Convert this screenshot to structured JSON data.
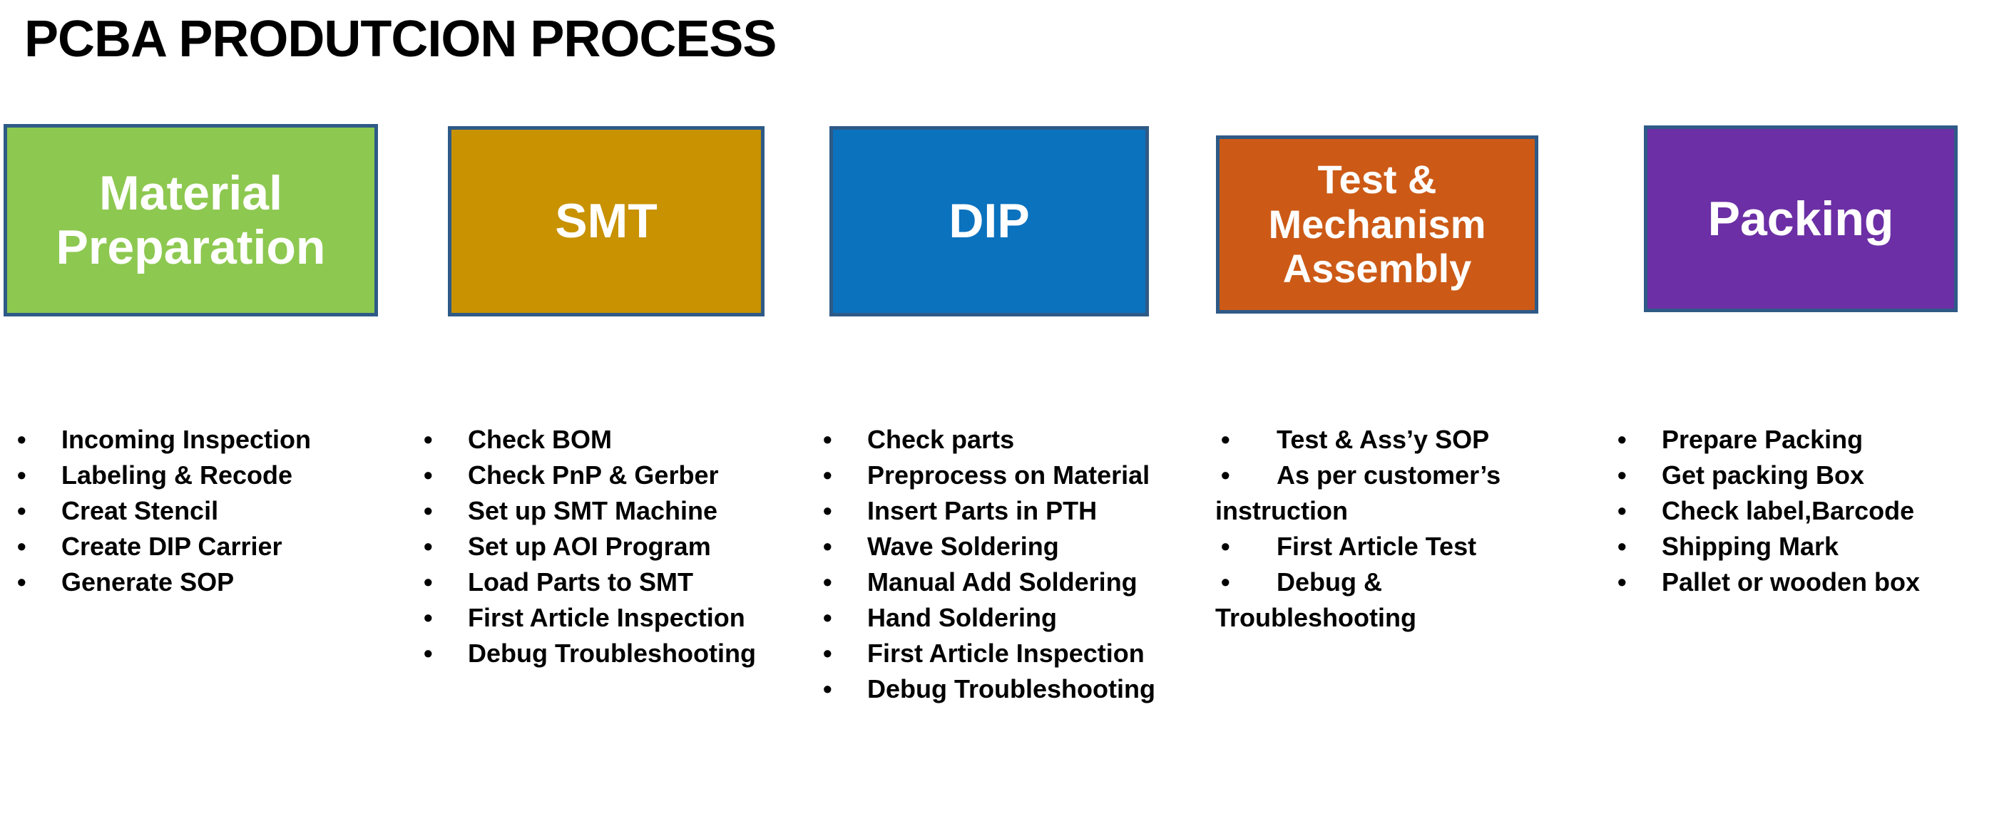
{
  "title": "PCBA PRODUTCION PROCESS",
  "colors": {
    "border": "#2E5A87",
    "material_preparation": "#8DC850",
    "smt": "#C89200",
    "dip": "#0B72BE",
    "test_mechanism_assembly": "#CC5A16",
    "packing": "#6C2FA5",
    "box_text": "#FFFFFF",
    "body_text": "#000000",
    "background": "#FFFFFF"
  },
  "bullet_glyph": "•",
  "stages": [
    {
      "id": "material-preparation",
      "label": "Material Preparation",
      "color": "#8DC850",
      "steps": [
        "Incoming Inspection",
        "Labeling &  Recode",
        "Creat Stencil",
        "Create DIP Carrier",
        "Generate SOP"
      ]
    },
    {
      "id": "smt",
      "label": "SMT",
      "color": "#C89200",
      "steps": [
        "Check BOM",
        "Check PnP & Gerber",
        "Set up SMT Machine",
        "Set up AOI Program",
        "Load Parts to SMT",
        "First Article Inspection",
        "Debug Troubleshooting"
      ]
    },
    {
      "id": "dip",
      "label": "DIP",
      "color": "#0B72BE",
      "steps": [
        "Check parts",
        "Preprocess on Material",
        "Insert Parts in PTH",
        "Wave Soldering",
        "Manual Add Soldering",
        "Hand Soldering",
        "First Article Inspection",
        "Debug Troubleshooting"
      ]
    },
    {
      "id": "test-mechanism-assembly",
      "label": "Test & Mechanism Assembly",
      "color": "#CC5A16",
      "steps": [
        "Test &  Ass’y SOP",
        "As per customer’s instruction",
        "First Article Test",
        "Debug & Troubleshooting"
      ]
    },
    {
      "id": "packing",
      "label": "Packing",
      "color": "#6C2FA5",
      "steps": [
        "Prepare Packing",
        "Get packing Box",
        "Check label,Barcode",
        "Shipping Mark",
        "Pallet or wooden box"
      ]
    }
  ]
}
